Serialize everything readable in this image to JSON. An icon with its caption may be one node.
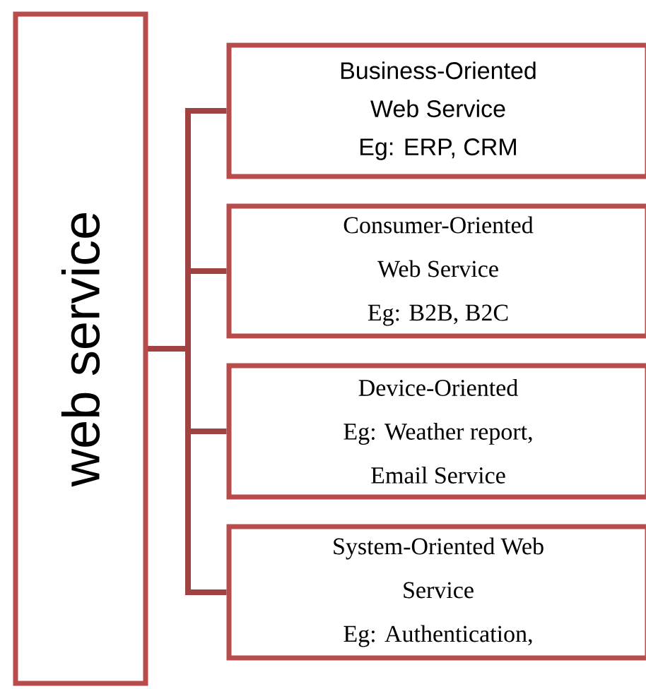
{
  "diagram": {
    "nodes": [
      {
        "text": [
          "web service"
        ]
      },
      {
        "text": [
          "Business-Oriented Web Service",
          "Eg: ERP, CRM"
        ]
      },
      {
        "text": [
          "Consumer-Oriented Web Service",
          "Eg: B2B, B2C"
        ]
      },
      {
        "text": [
          "Device-Oriented",
          "Eg: Weather report, Email Service"
        ]
      },
      {
        "text": [
          "System-Oriented Web Service",
          "Eg: Authentication,"
        ]
      }
    ],
    "edges": [
      {
        "from": 0,
        "to": 1,
        "arrow": "none"
      },
      {
        "from": 0,
        "to": 2,
        "arrow": "none"
      },
      {
        "from": 0,
        "to": 3,
        "arrow": "none"
      },
      {
        "from": 0,
        "to": 4,
        "arrow": "none"
      }
    ]
  }
}
